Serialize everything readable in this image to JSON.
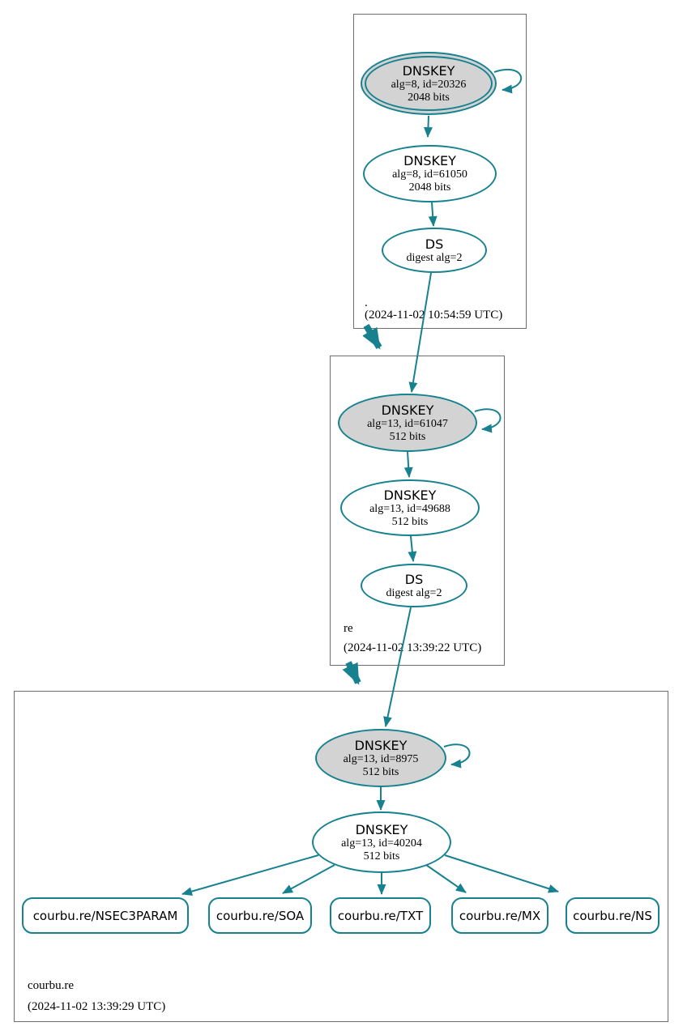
{
  "colors": {
    "edge": "#17818f",
    "ksk_fill": "#d3d3d3",
    "node_border": "#17818f",
    "zone_border": "#6e6e6e"
  },
  "zones": [
    {
      "name": ".",
      "timestamp": "(2024-11-02 10:54:59 UTC)",
      "ksk": {
        "title": "DNSKEY",
        "line1": "alg=8, id=20326",
        "line2": "2048 bits"
      },
      "zsk": {
        "title": "DNSKEY",
        "line1": "alg=8, id=61050",
        "line2": "2048 bits"
      },
      "ds": {
        "title": "DS",
        "line1": "digest alg=2"
      }
    },
    {
      "name": "re",
      "timestamp": "(2024-11-02 13:39:22 UTC)",
      "ksk": {
        "title": "DNSKEY",
        "line1": "alg=13, id=61047",
        "line2": "512 bits"
      },
      "zsk": {
        "title": "DNSKEY",
        "line1": "alg=13, id=49688",
        "line2": "512 bits"
      },
      "ds": {
        "title": "DS",
        "line1": "digest alg=2"
      }
    },
    {
      "name": "courbu.re",
      "timestamp": "(2024-11-02 13:39:29 UTC)",
      "ksk": {
        "title": "DNSKEY",
        "line1": "alg=13, id=8975",
        "line2": "512 bits"
      },
      "zsk": {
        "title": "DNSKEY",
        "line1": "alg=13, id=40204",
        "line2": "512 bits"
      },
      "rrsets": [
        {
          "label": "courbu.re/NSEC3PARAM"
        },
        {
          "label": "courbu.re/SOA"
        },
        {
          "label": "courbu.re/TXT"
        },
        {
          "label": "courbu.re/MX"
        },
        {
          "label": "courbu.re/NS"
        }
      ]
    }
  ]
}
